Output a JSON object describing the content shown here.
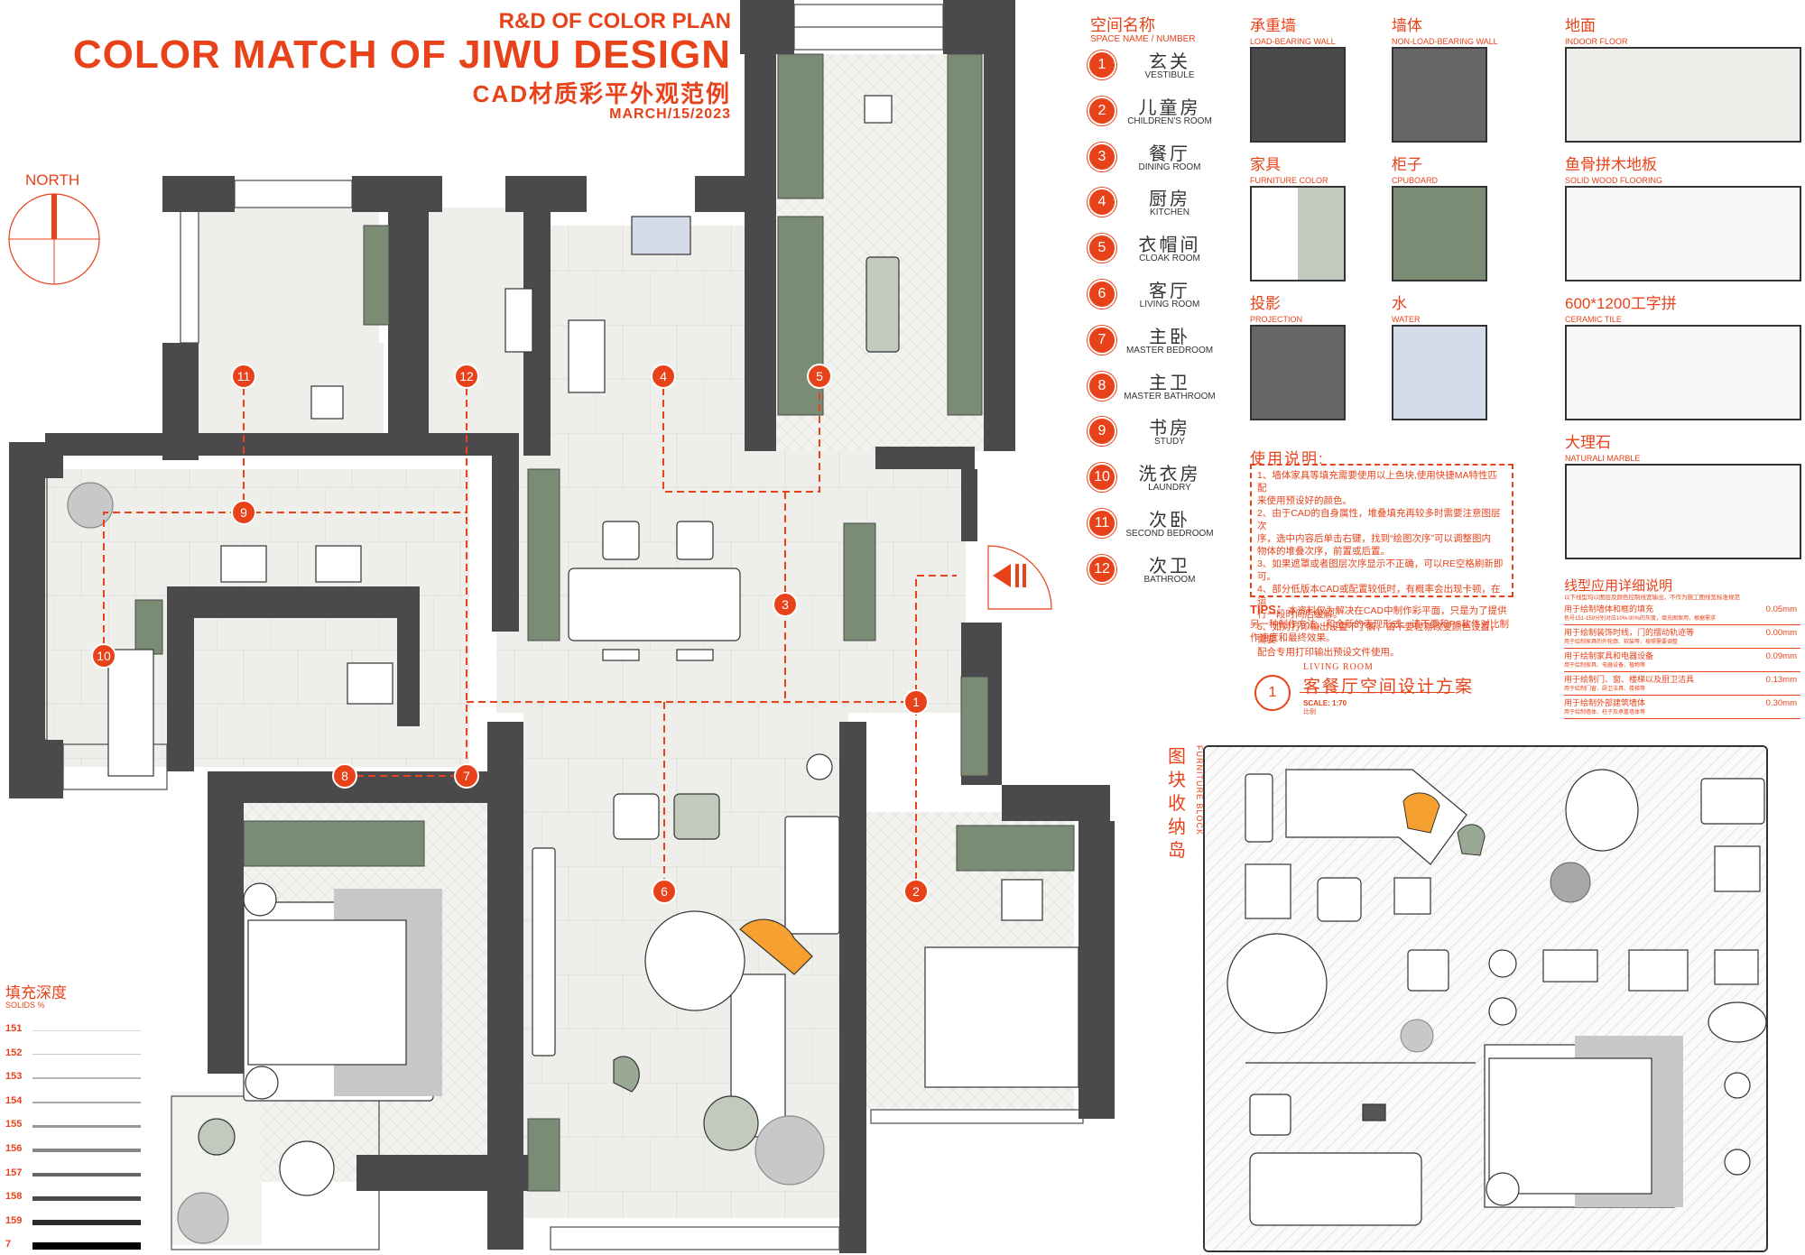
{
  "header": {
    "subtitle": "R&D OF COLOR PLAN",
    "title": "COLOR MATCH OF JIWU DESIGN",
    "title_cn": "CAD材质彩平外观范例",
    "date": "MARCH/15/2023"
  },
  "north_label": "NORTH",
  "legend": {
    "title": "空间名称",
    "subtitle": "SPACE NAME / NUMBER",
    "rooms": [
      {
        "num": "1",
        "cn": "玄关",
        "en": "VESTIBULE"
      },
      {
        "num": "2",
        "cn": "儿童房",
        "en": "CHILDREN'S ROOM"
      },
      {
        "num": "3",
        "cn": "餐厅",
        "en": "DINING ROOM"
      },
      {
        "num": "4",
        "cn": "厨房",
        "en": "KITCHEN"
      },
      {
        "num": "5",
        "cn": "衣帽间",
        "en": "CLOAK ROOM"
      },
      {
        "num": "6",
        "cn": "客厅",
        "en": "LIVING ROOM"
      },
      {
        "num": "7",
        "cn": "主卧",
        "en": "MASTER BEDROOM"
      },
      {
        "num": "8",
        "cn": "主卫",
        "en": "MASTER BATHROOM"
      },
      {
        "num": "9",
        "cn": "书房",
        "en": "STUDY"
      },
      {
        "num": "10",
        "cn": "洗衣房",
        "en": "LAUNDRY"
      },
      {
        "num": "11",
        "cn": "次卧",
        "en": "SECOND BEDROOM"
      },
      {
        "num": "12",
        "cn": "次卫",
        "en": "BATHROOM"
      }
    ]
  },
  "swatches": [
    {
      "cn": "承重墙",
      "en": "LOAD-BEARING WALL",
      "color": "#4a4a4d"
    },
    {
      "cn": "墙体",
      "en": "NON-LOAD-BEARING WALL",
      "color": "#666669"
    },
    {
      "cn": "地面",
      "en": "INDOOR FLOOR",
      "color": "#eeeeea"
    },
    {
      "cn": "家具",
      "en": "FURNITURE COLOR",
      "color": "#c2c9bd"
    },
    {
      "cn": "柜子",
      "en": "CPUBOARD",
      "color": "#7a8c74"
    },
    {
      "cn": "鱼骨拼木地板",
      "en": "SOLID WOOD FLOORING",
      "color": "#f7f7f5"
    },
    {
      "cn": "投影",
      "en": "PROJECTION",
      "color": "#666666"
    },
    {
      "cn": "水",
      "en": "WATER",
      "color": "#d4dcea"
    },
    {
      "cn": "600*1200工字拼",
      "en": "CERAMIC TILE",
      "color": "#f7f7f5"
    },
    {
      "cn": "大理石",
      "en": "NATURALI MARBLE",
      "color": "#f7f7f5"
    }
  ],
  "usage": {
    "title": "使用说明:",
    "lines": [
      "1、墙体家具等填充需要使用以上色块,使用快捷MA特性匹配",
      "     来使用预设好的颜色。",
      "2、由于CAD的自身属性，堆叠填充再较多时需要注意图层次",
      "     序，选中内容后单击右键，找到“绘图次序”可以调整图内",
      "     物体的堆叠次序，前置或后置。",
      "3、如果遮罩或者图层次序显示不正确，可以RE空格刷新即可。",
      "4、部分低版本CAD或配置较低时，有概率会出现卡顿，在运",
      "     行一段时间后缓解。",
      "5、如对打印输出设置不了解，请不要轻易改变颜色设置，需要",
      "     配合专用打印输出预设文件使用。"
    ],
    "tips_label": "TIPS：",
    "tips_text": "本资料仅为解决在CAD中制作彩平面，只是为了提供另一种制作方法，和全新的表现形式。请不要和PS软件对比制作速度和最终效果。"
  },
  "living_room_title": {
    "num": "1",
    "en": "LIVING ROOM",
    "cn": "客餐厅空间设计方案",
    "scale": "SCALE: 1:70",
    "scale_cn": "比例"
  },
  "line_usage": {
    "title": "线型应用详细说明",
    "subtitle": "以下线型均以图层及颜色控制线宽输出，不作为施工图线宽标准规范",
    "rows": [
      {
        "text": "用于绘制墙体和框的填充",
        "desc": "色号151-159分别对应10%-90%的灰度，填充图案用，根据需求",
        "value": "0.05mm"
      },
      {
        "text": "用于绘制装饰时线，门的摆动轨迹等",
        "desc": "用于绘制家具的外轮廓、软装等，按照需要调整",
        "value": "0.00mm"
      },
      {
        "text": "用于绘制家具和电器设备",
        "desc": "用于绘制家具、电器设备、植物等",
        "value": "0.09mm"
      },
      {
        "text": "用于绘制门、窗、楼梯以及厨卫洁具",
        "desc": "用于绘制门窗、厨卫洁具、楼梯等",
        "value": "0.13mm"
      },
      {
        "text": "用于绘制外部建筑墙体",
        "desc": "用于绘制墙体、柱子及承重墙体等",
        "value": "0.30mm"
      }
    ]
  },
  "fill_depth": {
    "title": "填充深度",
    "subtitle": "SOLIDS %",
    "rows": [
      {
        "label": "151",
        "weight": 0.5,
        "shade": "#d8d8d8"
      },
      {
        "label": "152",
        "weight": 1,
        "shade": "#c8c8c8"
      },
      {
        "label": "153",
        "weight": 1.5,
        "shade": "#b8b8b8"
      },
      {
        "label": "154",
        "weight": 2.5,
        "shade": "#a8a8a8"
      },
      {
        "label": "155",
        "weight": 3,
        "shade": "#989898"
      },
      {
        "label": "156",
        "weight": 3.5,
        "shade": "#888888"
      },
      {
        "label": "157",
        "weight": 4,
        "shade": "#666666"
      },
      {
        "label": "158",
        "weight": 5,
        "shade": "#4a4a4a"
      },
      {
        "label": "159",
        "weight": 6,
        "shade": "#2a2a2a"
      },
      {
        "label": "7",
        "weight": 8,
        "shade": "#000000"
      }
    ]
  },
  "furniture_block": {
    "cn": "图块收纳岛",
    "en": "FURNITURE BLOCK"
  },
  "plan_markers": [
    "1",
    "2",
    "3",
    "4",
    "5",
    "6",
    "7",
    "8",
    "9",
    "10",
    "11",
    "12"
  ],
  "colors": {
    "accent": "#e8421a",
    "wall": "#4a4a4d",
    "cabinet": "#7a8c74",
    "floor": "#eeeeea"
  }
}
